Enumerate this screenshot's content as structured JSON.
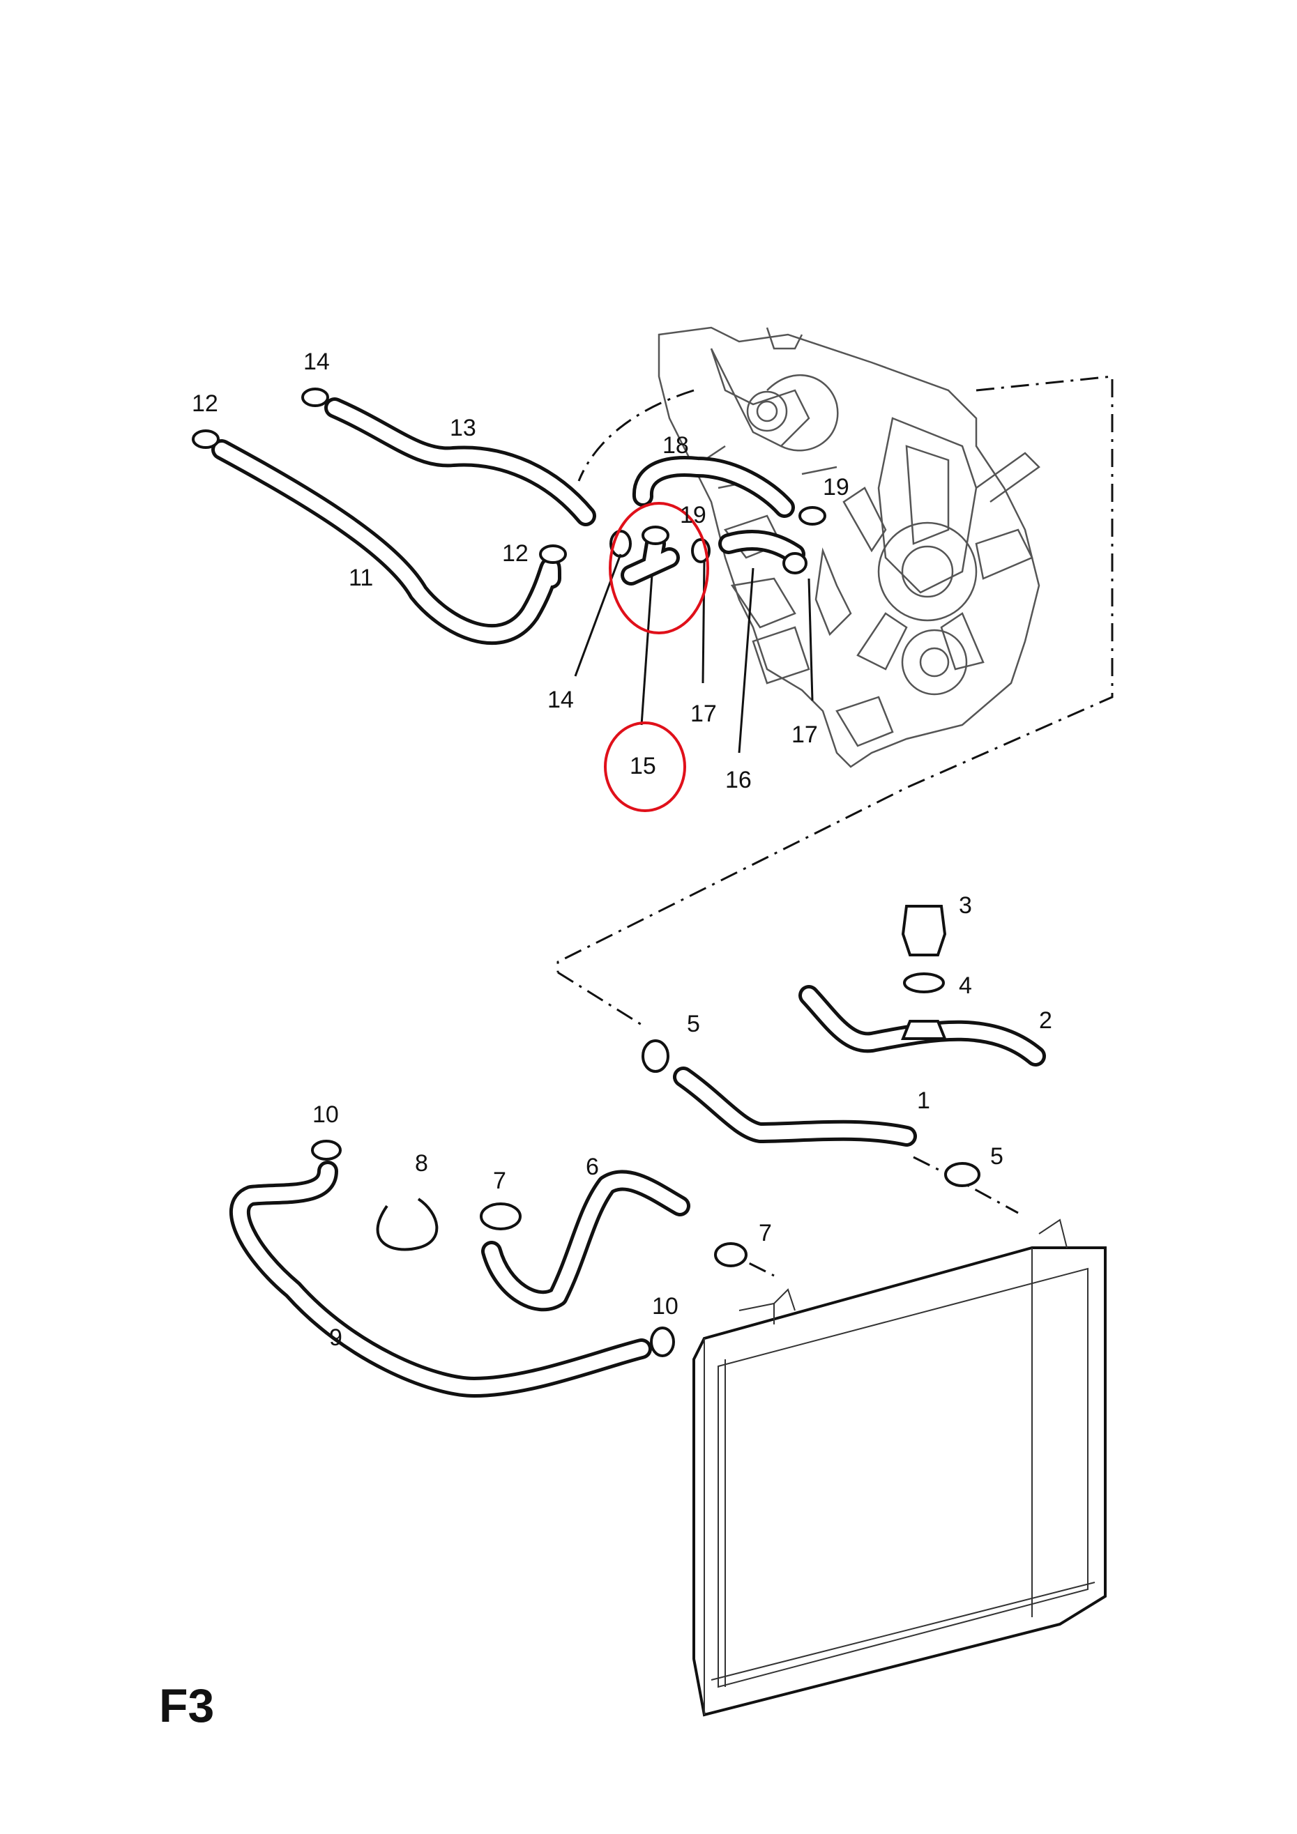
{
  "sheet": {
    "code": "F3"
  },
  "callouts": [
    {
      "id": "c-14a",
      "text": "14"
    },
    {
      "id": "c-12a",
      "text": "12"
    },
    {
      "id": "c-13",
      "text": "13"
    },
    {
      "id": "c-18",
      "text": "18"
    },
    {
      "id": "c-19a",
      "text": "19"
    },
    {
      "id": "c-19b",
      "text": "19"
    },
    {
      "id": "c-12b",
      "text": "12"
    },
    {
      "id": "c-11",
      "text": "11"
    },
    {
      "id": "c-14b",
      "text": "14"
    },
    {
      "id": "c-17a",
      "text": "17"
    },
    {
      "id": "c-17b",
      "text": "17"
    },
    {
      "id": "c-15",
      "text": "15"
    },
    {
      "id": "c-16",
      "text": "16"
    },
    {
      "id": "c-3",
      "text": "3"
    },
    {
      "id": "c-4",
      "text": "4"
    },
    {
      "id": "c-2",
      "text": "2"
    },
    {
      "id": "c-5a",
      "text": "5"
    },
    {
      "id": "c-1",
      "text": "1"
    },
    {
      "id": "c-5b",
      "text": "5"
    },
    {
      "id": "c-10a",
      "text": "10"
    },
    {
      "id": "c-8",
      "text": "8"
    },
    {
      "id": "c-7a",
      "text": "7"
    },
    {
      "id": "c-6",
      "text": "6"
    },
    {
      "id": "c-7b",
      "text": "7"
    },
    {
      "id": "c-10b",
      "text": "10"
    },
    {
      "id": "c-9",
      "text": "9"
    }
  ],
  "highlight": {
    "part": "15",
    "color": "#e0101a"
  },
  "colors": {
    "ink": "#111111",
    "highlight": "#e0101a",
    "background": "#ffffff"
  }
}
